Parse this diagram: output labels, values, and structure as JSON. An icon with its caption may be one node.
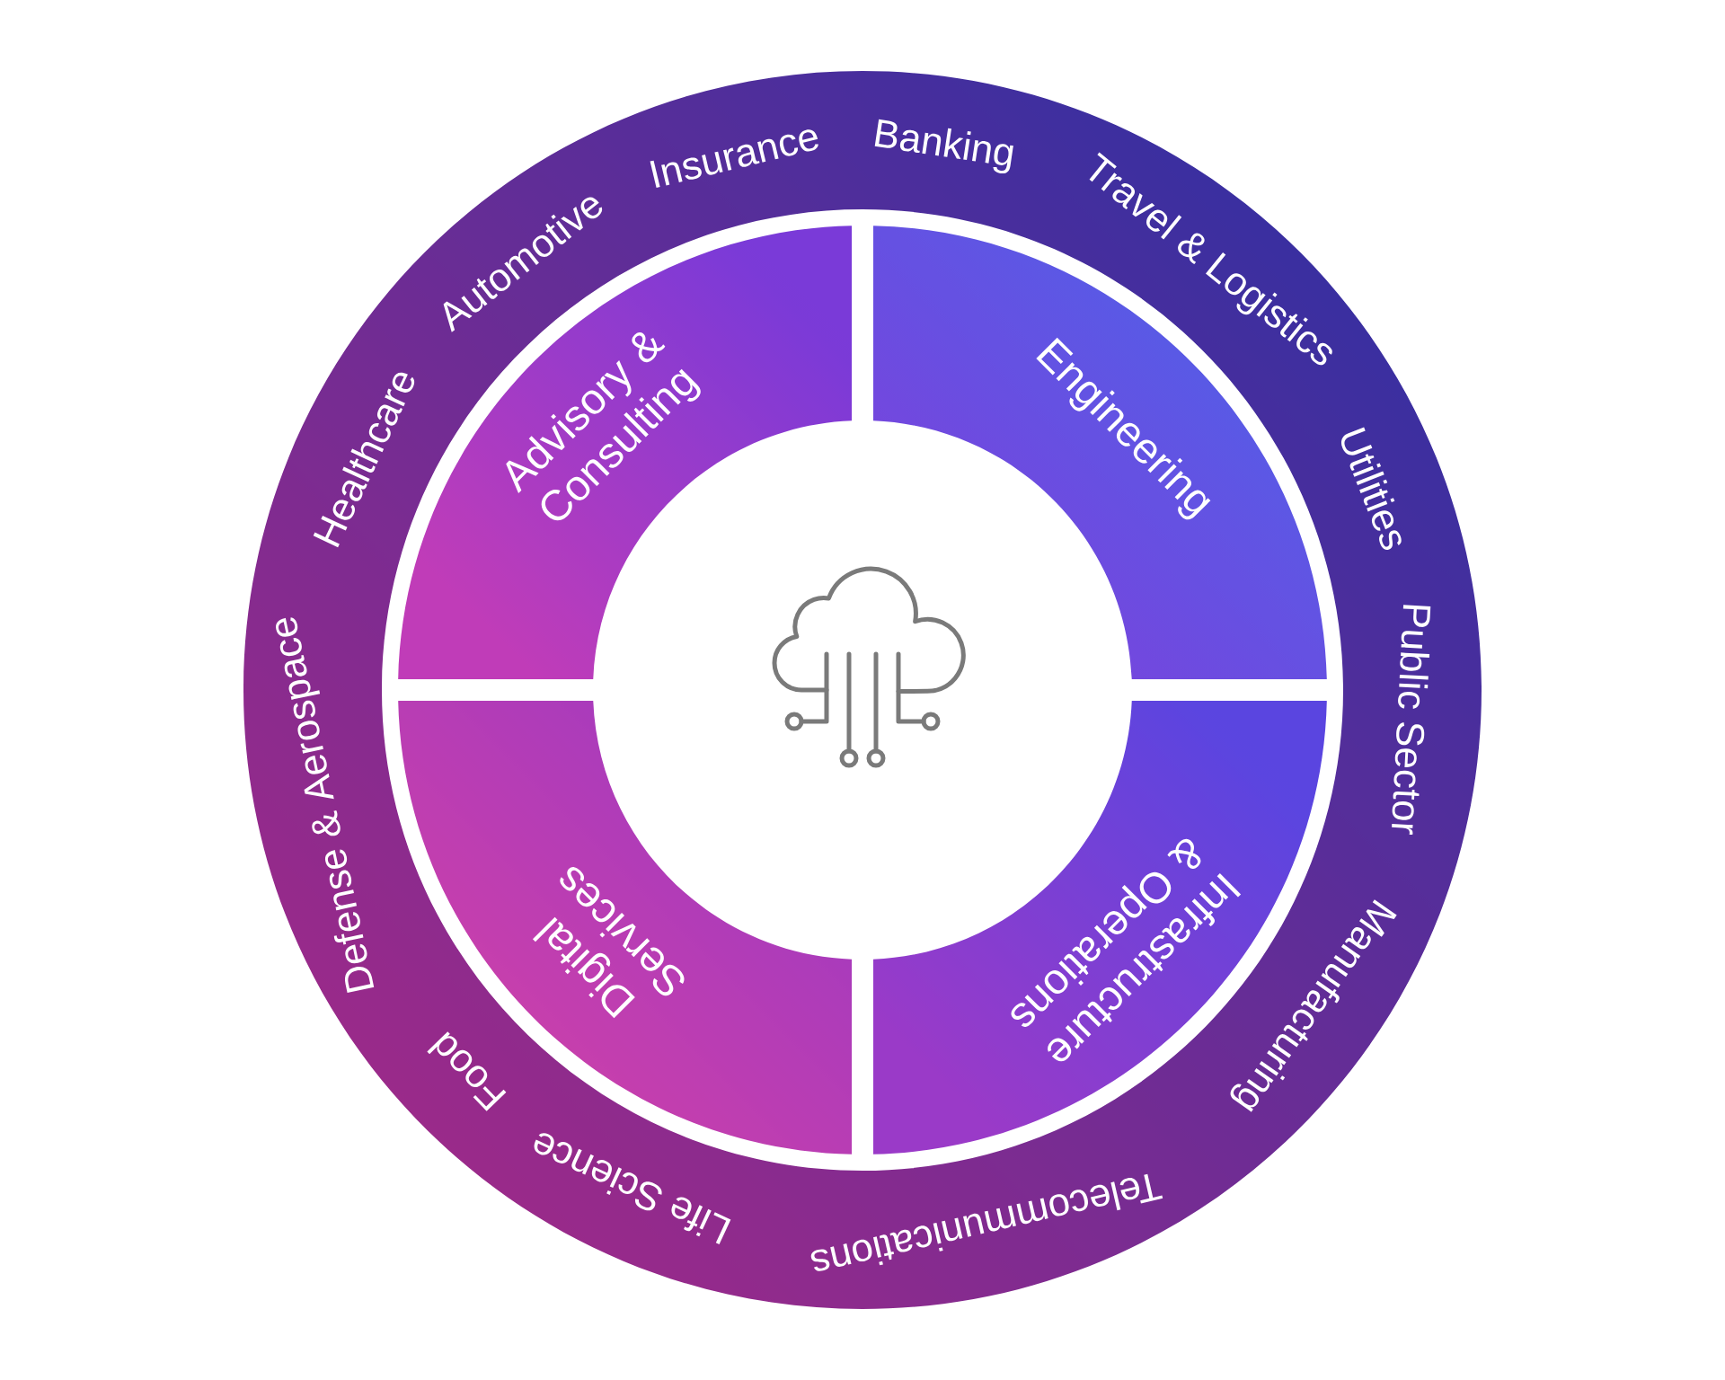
{
  "diagram": {
    "nodes": [
      {
        "text": [
          "Insurance",
          "Banking",
          "Travel & Logistics",
          "Utilities",
          "Public Sector",
          "Manufacturing",
          "Telecommunications",
          "Life Science",
          "Food",
          "Defense & Aerospace",
          "Healthcare",
          "Automotive"
        ]
      },
      {
        "text": [
          "Advisory & Consulting"
        ]
      },
      {
        "text": [
          "Engineering"
        ]
      },
      {
        "text": [
          "Infrastructure & Operations"
        ]
      },
      {
        "text": [
          "Digital Services"
        ]
      }
    ]
  }
}
